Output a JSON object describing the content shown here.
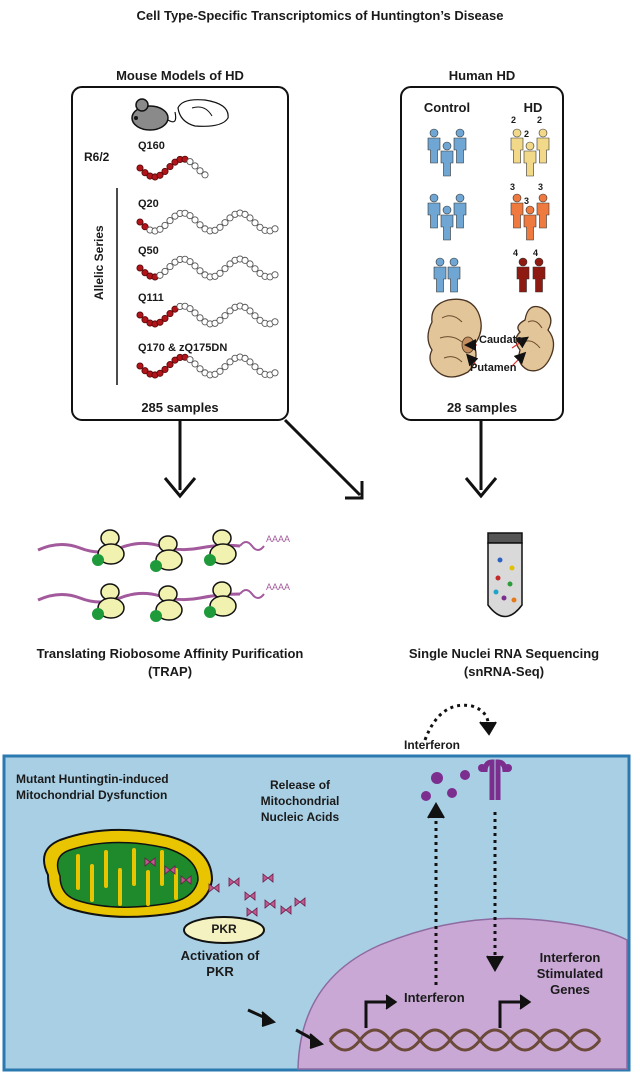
{
  "title": "Cell Type-Specific Transcriptomics of Huntington’s Disease",
  "mouse": {
    "heading": "Mouse Models of HD",
    "r62_label": "R6/2",
    "series_label": "Allelic Series",
    "alleles": [
      "Q160",
      "Q20",
      "Q50",
      "Q111",
      "Q170 & zQ175DN"
    ],
    "samples": "285 samples"
  },
  "human": {
    "heading": "Human HD",
    "control_label": "Control",
    "hd_label": "HD",
    "grade_numbers": [
      "2",
      "2",
      "2",
      "3",
      "3",
      "3",
      "4",
      "4"
    ],
    "caudate_label": "Caudate",
    "putamen_label": "Putamen",
    "samples": "28 samples"
  },
  "methods": {
    "trap_line1": "Translating Riobosome Affinity Purification",
    "trap_line2": "(TRAP)",
    "trap_polya": [
      "AAAA",
      "AAAA"
    ],
    "snrna_line1": "Single Nuclei RNA Sequencing",
    "snrna_line2": "(snRNA-Seq)"
  },
  "cell": {
    "interferon_top": "Interferon",
    "mito_line1": "Mutant Huntingtin-induced",
    "mito_line2": "Mitochondrial Dysfunction",
    "release_line1": "Release of",
    "release_line2": "Mitochondrial",
    "release_line3": "Nucleic Acids",
    "pkr": "PKR",
    "activation_line1": "Activation of",
    "activation_line2": "PKR",
    "interferon_nucleus": "Interferon",
    "isg_line1": "Interferon",
    "isg_line2": "Stimulated",
    "isg_line3": "Genes"
  },
  "colors": {
    "control_person": "#6fa6d3",
    "hd_grade2": "#f2d98a",
    "hd_grade3": "#ee7a3f",
    "hd_grade4": "#8e1a12",
    "cell_bg": "#a9cfe4",
    "nucleus": "#c9a8d6",
    "mito_outer": "#e8c500",
    "mito_inner": "#1f8a2c",
    "nucleic_acid": "#c05a8c",
    "interferon": "#7b2e8e",
    "ribosome": "#f2f2b0",
    "mrna": "#a35a9c",
    "polyq_red": "#b3141a",
    "helix_grey": "#9e9e9e"
  }
}
